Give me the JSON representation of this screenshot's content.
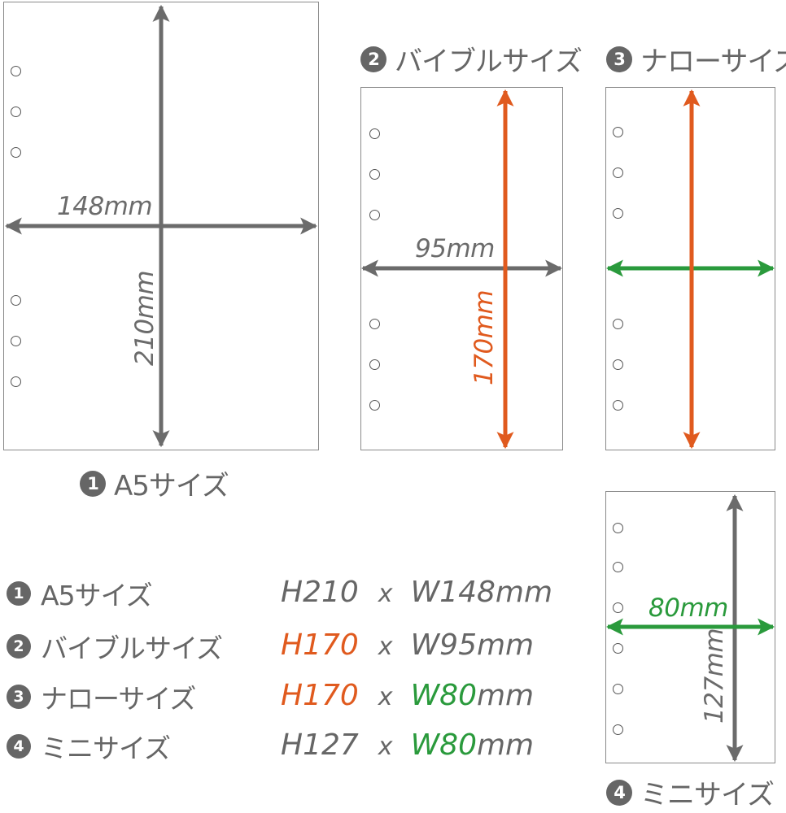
{
  "colors": {
    "gray": "#6b6b6b",
    "orange": "#e05a1e",
    "green": "#2a9a3c",
    "badge": "#666666",
    "border": "#8a8a8a"
  },
  "papers": {
    "a5": {
      "badge": "1",
      "title": "A5サイズ",
      "width_label": "148mm",
      "height_label": "210mm",
      "holes": 6
    },
    "bible": {
      "badge": "2",
      "title": "バイブルサイズ",
      "width_label": "95mm",
      "height_label": "170mm",
      "holes": 6
    },
    "narrow": {
      "badge": "3",
      "title": "ナローサイズ",
      "holes": 6
    },
    "mini": {
      "badge": "4",
      "title": "ミニサイズ",
      "width_label": "80mm",
      "height_label": "127mm",
      "holes": 6
    }
  },
  "spec_list": [
    {
      "badge": "1",
      "name": "A5サイズ",
      "h": "H210",
      "x": "x",
      "w": "W148",
      "unit": "mm",
      "h_color": "#666666",
      "w_color": "#666666"
    },
    {
      "badge": "2",
      "name": "バイブルサイズ",
      "h": "H170",
      "x": "x",
      "w": "W95",
      "unit": "mm",
      "h_color": "#e05a1e",
      "w_color": "#666666"
    },
    {
      "badge": "3",
      "name": "ナローサイズ",
      "h": "H170",
      "x": "x",
      "w": "W80",
      "unit": "mm",
      "h_color": "#e05a1e",
      "w_color": "#2a9a3c"
    },
    {
      "badge": "4",
      "name": "ミニサイズ",
      "h": "H127",
      "x": "x",
      "w": "W80",
      "unit": "mm",
      "h_color": "#666666",
      "w_color": "#2a9a3c"
    }
  ]
}
